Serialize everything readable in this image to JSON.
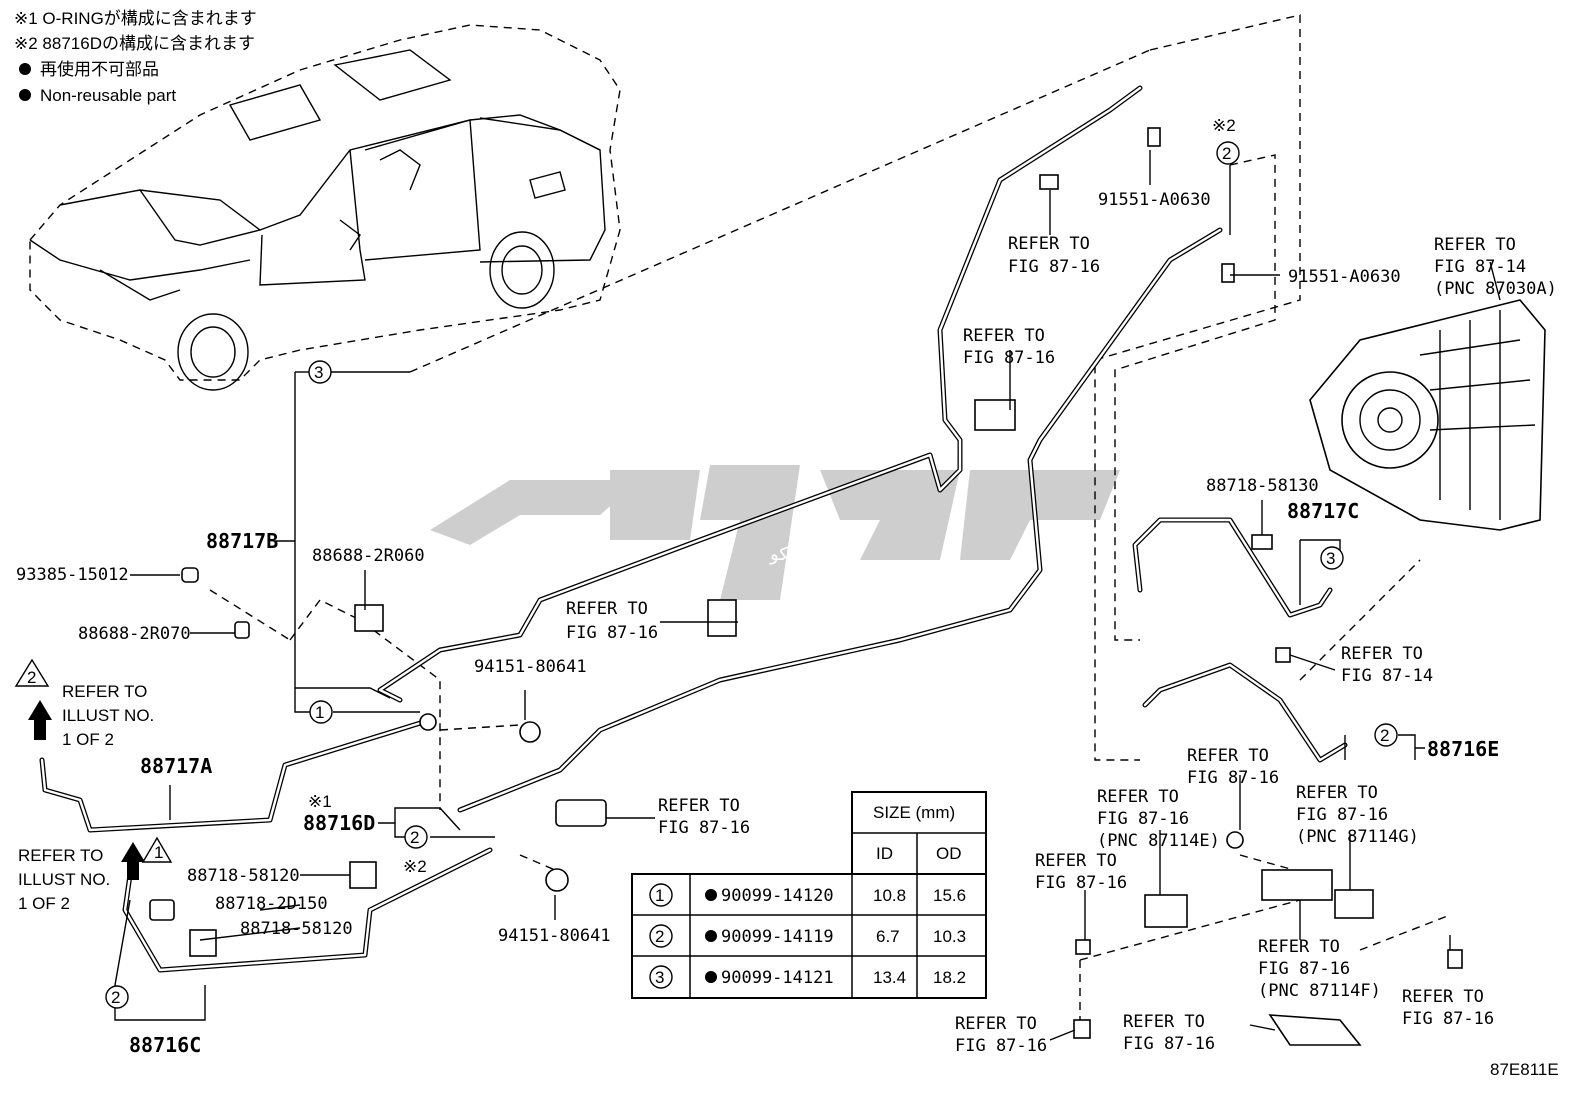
{
  "notes": {
    "note1": "※1 O-RINGが構成に含まれます",
    "note2": "※2 88716Dの構成に含まれます",
    "legend_jp": "再使用不可部品",
    "legend_en": "Non-reusable part"
  },
  "watermark": "ساپکو",
  "refer_to": "REFER TO",
  "illust_no": "ILLUST NO.",
  "one_of_two": "1 OF 2",
  "fig_87_16": "FIG 87-16",
  "fig_87_14": "FIG 87-14",
  "pnc_87030a": "(PNC 87030A)",
  "pnc_87114e": "(PNC 87114E)",
  "pnc_87114g": "(PNC 87114G)",
  "pnc_87114f": "(PNC 87114F)",
  "marks": {
    "x1": "※1",
    "x2": "※2",
    "c1": "1",
    "c2": "2",
    "c3": "3",
    "warn2": "2"
  },
  "parts": {
    "p88717B": "88717B",
    "p88717A": "88717A",
    "p88717C": "88717C",
    "p88716C": "88716C",
    "p88716D": "88716D",
    "p88716E": "88716E",
    "p93385": "93385-15012",
    "p88688_2R070": "88688-2R070",
    "p88688_2R060": "88688-2R060",
    "p94151_a": "94151-80641",
    "p94151_b": "94151-80641",
    "p91551_a": "91551-A0630",
    "p91551_b": "91551-A0630",
    "p88718_58130": "88718-58130",
    "p88718_58120_a": "88718-58120",
    "p88718_2D150": "88718-2D150",
    "p88718_58120_b": "88718-58120"
  },
  "table": {
    "size_header": "SIZE (mm)",
    "col_id": "ID",
    "col_od": "OD",
    "rows": [
      {
        "num": "1",
        "part": "90099-14120",
        "id": "10.8",
        "od": "15.6"
      },
      {
        "num": "2",
        "part": "90099-14119",
        "id": "6.7",
        "od": "10.3"
      },
      {
        "num": "3",
        "part": "90099-14121",
        "id": "13.4",
        "od": "18.2"
      }
    ]
  },
  "figure_code": "87E811E"
}
